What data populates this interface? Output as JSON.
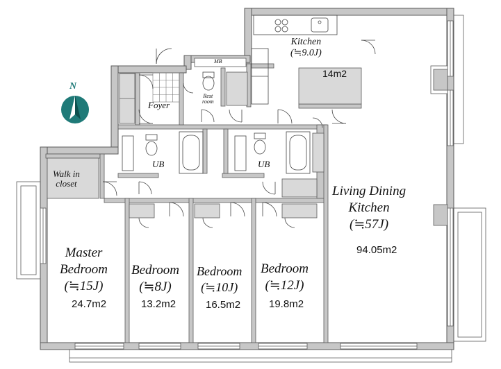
{
  "compass": {
    "label": "N",
    "color": "#1f7a78"
  },
  "colors": {
    "wall": "#c7c7c7",
    "wall_edge": "#5a5a5a",
    "fixture": "#d9d9d9",
    "line": "#333333"
  },
  "rooms": {
    "kitchen": {
      "name": "Kitchen",
      "size": "(≒9.0J)",
      "area": "14m2"
    },
    "mb_shaft": {
      "name": "MB"
    },
    "rest_room": {
      "name_line1": "Rest",
      "name_line2": "room"
    },
    "foyer": {
      "name": "Foyer"
    },
    "ub_left": {
      "name": "UB"
    },
    "ub_right": {
      "name": "UB"
    },
    "walk_in_closet": {
      "name_line1": "Walk in",
      "name_line2": "closet"
    },
    "living": {
      "name_line1": "Living Dining",
      "name_line2": "Kitchen",
      "size": "(≒57J)",
      "area": "94.05m2"
    },
    "master": {
      "name_line1": "Master",
      "name_line2": "Bedroom",
      "size": "(≒15J)",
      "area": "24.7m2"
    },
    "bedroom1": {
      "name": "Bedroom",
      "size": "(≒8J)",
      "area": "13.2m2"
    },
    "bedroom2": {
      "name": "Bedroom",
      "size": "(≒10J)",
      "area": "16.5m2"
    },
    "bedroom3": {
      "name": "Bedroom",
      "size": "(≒12J)",
      "area": "19.8m2"
    }
  }
}
